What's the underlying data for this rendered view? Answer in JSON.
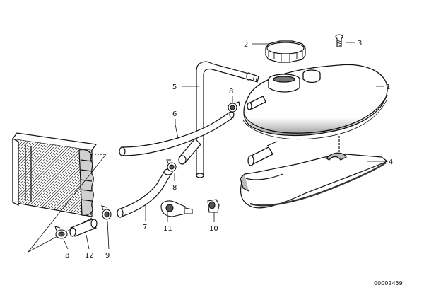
{
  "diagram": {
    "document_number": "00002459",
    "callouts": {
      "c1": "1",
      "c2": "2",
      "c3": "3",
      "c4": "4",
      "c5": "5",
      "c6": "6",
      "c7": "7",
      "c8a": "8",
      "c8b": "8",
      "c8c": "8",
      "c9": "9",
      "c10": "10",
      "c11": "11",
      "c12": "12"
    }
  },
  "colors": {
    "line": "#111111",
    "shade": "#bfbfbf",
    "dark": "#555555"
  }
}
